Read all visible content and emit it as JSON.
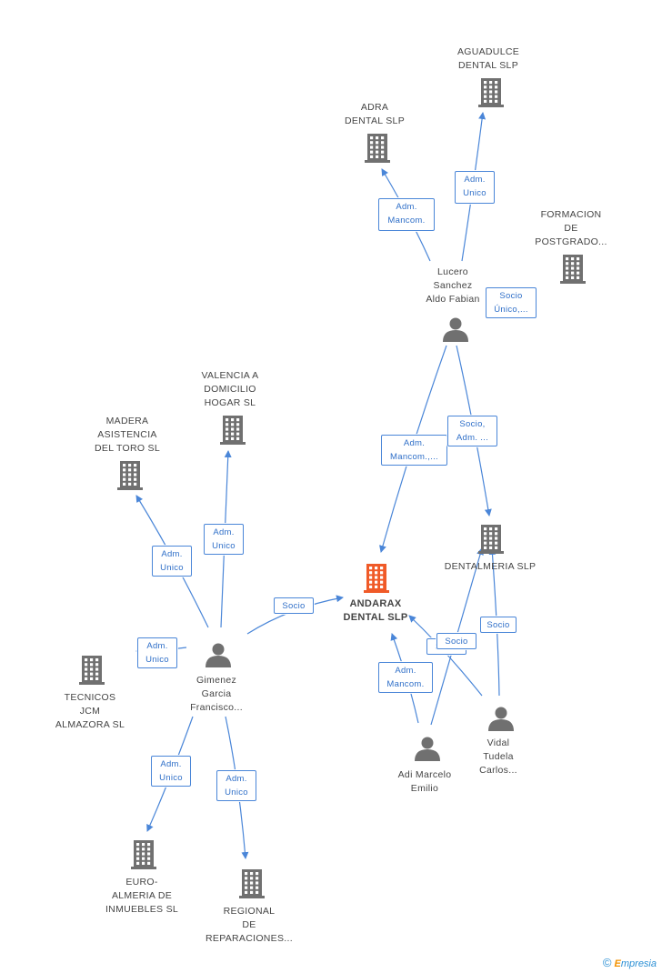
{
  "nodes": [
    {
      "id": "aguadulce",
      "type": "company",
      "label": "AGUADULCE\nDENTAL SLP"
    },
    {
      "id": "adra",
      "type": "company",
      "label": "ADRA\nDENTAL SLP"
    },
    {
      "id": "formacion",
      "type": "company",
      "label": "FORMACION\nDE\nPOSTGRADO..."
    },
    {
      "id": "lucero",
      "type": "person",
      "label": "Lucero\nSanchez\nAldo Fabian"
    },
    {
      "id": "valencia",
      "type": "company",
      "label": "VALENCIA A\nDOMICILIO\nHOGAR SL"
    },
    {
      "id": "madera",
      "type": "company",
      "label": "MADERA\nASISTENCIA\nDEL TORO SL"
    },
    {
      "id": "andarax",
      "type": "company",
      "label": "ANDARAX\nDENTAL SLP",
      "main": true
    },
    {
      "id": "dentalmeria",
      "type": "company",
      "label": "DENTALMERIA SLP"
    },
    {
      "id": "gimenez",
      "type": "person",
      "label": "Gimenez\nGarcia\nFrancisco..."
    },
    {
      "id": "tecnicos",
      "type": "company",
      "label": "TECNICOS\nJCM\nALMAZORA  SL"
    },
    {
      "id": "vidal",
      "type": "person",
      "label": "Vidal\nTudela\nCarlos..."
    },
    {
      "id": "adi",
      "type": "person",
      "label": "Adi Marcelo\nEmilio"
    },
    {
      "id": "euro",
      "type": "company",
      "label": "EURO-\nALMERIA DE\nINMUEBLES  SL"
    },
    {
      "id": "regional",
      "type": "company",
      "label": "REGIONAL\nDE\nREPARACIONES..."
    }
  ],
  "edges": [
    {
      "id": "e1",
      "from": "lucero",
      "to": "adra",
      "label": "Adm.\nMancom."
    },
    {
      "id": "e2",
      "from": "lucero",
      "to": "aguadulce",
      "label": "Adm.\nUnico"
    },
    {
      "id": "e3",
      "from": "lucero",
      "to": "formacion",
      "label": "Socio\nÚnico,..."
    },
    {
      "id": "e4",
      "from": "lucero",
      "to": "andarax",
      "label": "Adm.\nMancom.,..."
    },
    {
      "id": "e5",
      "from": "lucero",
      "to": "dentalmeria",
      "label": "Socio,\nAdm. ..."
    },
    {
      "id": "e6",
      "from": "gimenez",
      "to": "andarax",
      "label": "Socio"
    },
    {
      "id": "e7",
      "from": "gimenez",
      "to": "valencia",
      "label": "Adm.\nUnico"
    },
    {
      "id": "e8",
      "from": "gimenez",
      "to": "madera",
      "label": "Adm.\nUnico"
    },
    {
      "id": "e9",
      "from": "gimenez",
      "to": "tecnicos",
      "label": "Adm.\nUnico"
    },
    {
      "id": "e10",
      "from": "gimenez",
      "to": "euro",
      "label": "Adm.\nUnico"
    },
    {
      "id": "e11",
      "from": "gimenez",
      "to": "regional",
      "label": "Adm.\nUnico"
    },
    {
      "id": "e12",
      "from": "adi",
      "to": "andarax",
      "label": "Adm.\nMancom."
    },
    {
      "id": "e13",
      "from": "adi",
      "to": "dentalmeria",
      "label": "Socio"
    },
    {
      "id": "e14",
      "from": "vidal",
      "to": "dentalmeria",
      "label": "Socio"
    },
    {
      "id": "e15",
      "from": "vidal",
      "to": "andarax",
      "label": "Socio"
    }
  ],
  "footer": {
    "copyright": "©",
    "brand_initial": "E",
    "brand_rest": "mpresia"
  },
  "colors": {
    "edge": "#4a86d8",
    "icon": "#707070",
    "main_icon": "#f05a28"
  }
}
